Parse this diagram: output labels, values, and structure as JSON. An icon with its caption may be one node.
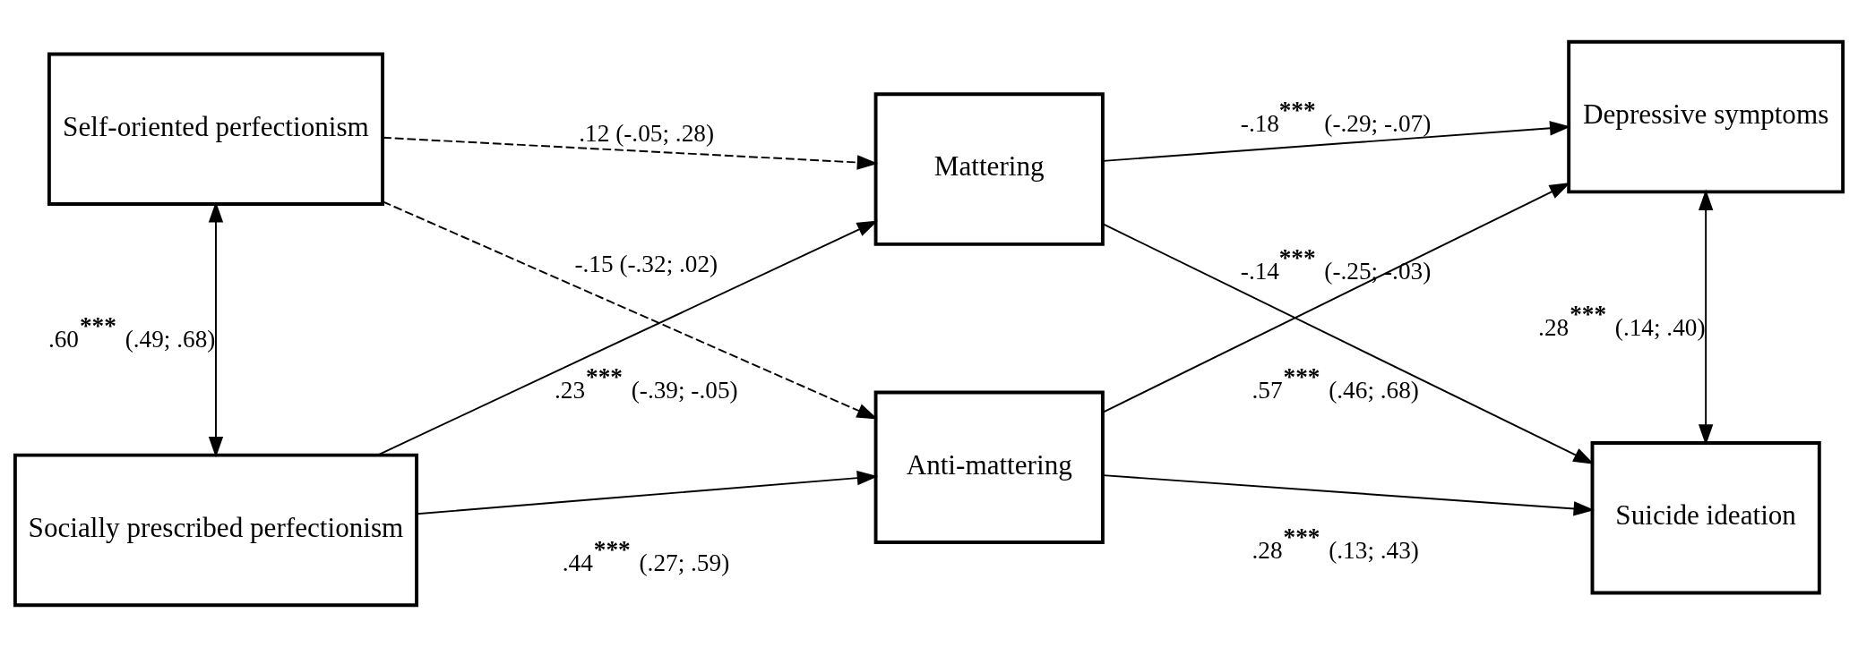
{
  "diagram": {
    "nodes": [
      {
        "text": [
          "Self-oriented perfectionism"
        ]
      },
      {
        "text": [
          "Socially prescribed perfectionism"
        ]
      },
      {
        "text": [
          "Mattering"
        ]
      },
      {
        "text": [
          "Anti-mattering"
        ]
      },
      {
        "text": [
          "Depressive symptoms"
        ]
      },
      {
        "text": [
          "Suicide ideation"
        ]
      }
    ],
    "edges": [
      {
        "from": 0,
        "to": 1,
        "arrow": "both",
        "label": ".60$^{***}$ (.49; .68)"
      },
      {
        "from": 0,
        "to": 2,
        "arrow": "to",
        "style": "dashed",
        "label": ".12 (-.05; .28)"
      },
      {
        "from": 0,
        "to": 3,
        "arrow": "to",
        "style": "dashed",
        "label": "-.15 (-.32; .02)"
      },
      {
        "from": 1,
        "to": 2,
        "arrow": "to",
        "label": ".23$^{***}$ (-.39; -.05)"
      },
      {
        "from": 1,
        "to": 3,
        "arrow": "to",
        "label": ".44$^{***}$ (.27; .59)"
      },
      {
        "from": 2,
        "to": 4,
        "arrow": "to",
        "label": "-.18$^{***}$ (-.29; -.07)"
      },
      {
        "from": 2,
        "to": 5,
        "arrow": "to",
        "label": "-.14$^{***}$ (-.25; -.03)"
      },
      {
        "from": 3,
        "to": 4,
        "arrow": "to",
        "label": ".57$^{***}$ (.46; .68)"
      },
      {
        "from": 3,
        "to": 5,
        "arrow": "to",
        "label": ".28$^{***}$ (.13; .43)"
      },
      {
        "from": 4,
        "to": 5,
        "arrow": "both",
        "label": ".28$^{***}$ (.14; .40)"
      }
    ]
  }
}
